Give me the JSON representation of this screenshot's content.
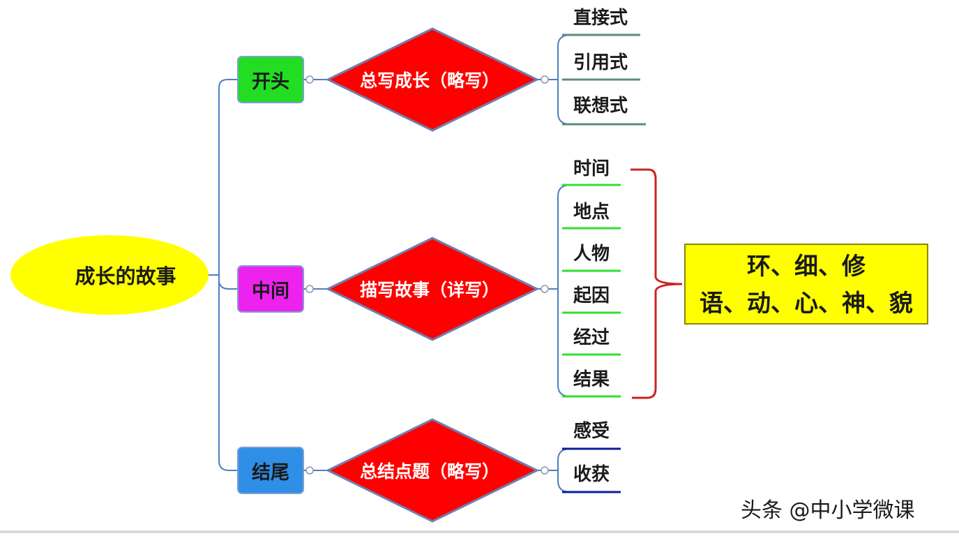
{
  "root": {
    "label": "成长的故事",
    "color": "#ffff00"
  },
  "branches": [
    {
      "label": "开头",
      "color": "#22dd22",
      "diamond": {
        "label": "总写成长（略写）",
        "color": "#ff0000"
      },
      "leaves": [
        "直接式",
        "引用式",
        "联想式"
      ],
      "leaf_line_color": "#5f8a7c"
    },
    {
      "label": "中间",
      "color": "#ee22ee",
      "diamond": {
        "label": "描写故事（详写）",
        "color": "#ff0000"
      },
      "leaves": [
        "时间",
        "地点",
        "人物",
        "起因",
        "经过",
        "结果"
      ],
      "leaf_line_color": "#33dd33"
    },
    {
      "label": "结尾",
      "color": "#2f8fe6",
      "diamond": {
        "label": "总结点题（略写）",
        "color": "#ff0000"
      },
      "leaves": [
        "感受",
        "收获"
      ],
      "leaf_line_color": "#0a1f9c"
    }
  ],
  "note": {
    "line1": "环、细、修",
    "line2": "语、动、心、神、貌",
    "color": "#ffff00",
    "bracket_color": "#cc2222"
  },
  "watermark": "头条 @中小学微课",
  "connector_color": "#4f7fbf"
}
